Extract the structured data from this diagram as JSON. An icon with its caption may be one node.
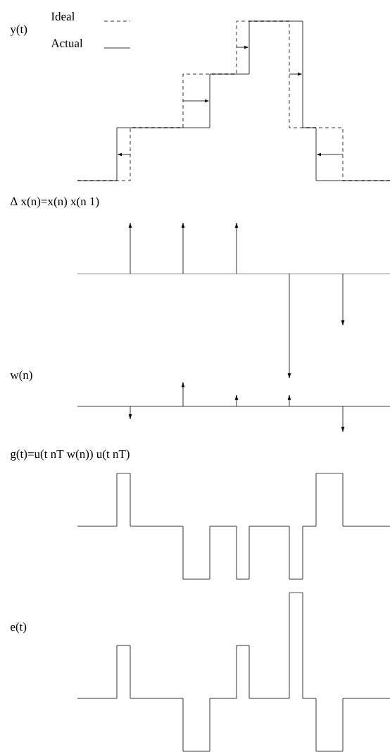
{
  "diagram": {
    "labels": [
      "y(t)",
      "Δ x(n)=x(n) x(n 1)",
      "w(n)",
      "g(t)=u(t nT w(n)) u(t nT)",
      "e(t)"
    ],
    "legend": [
      {
        "text": "Ideal"
      },
      {
        "text": "Actual"
      }
    ]
  }
}
